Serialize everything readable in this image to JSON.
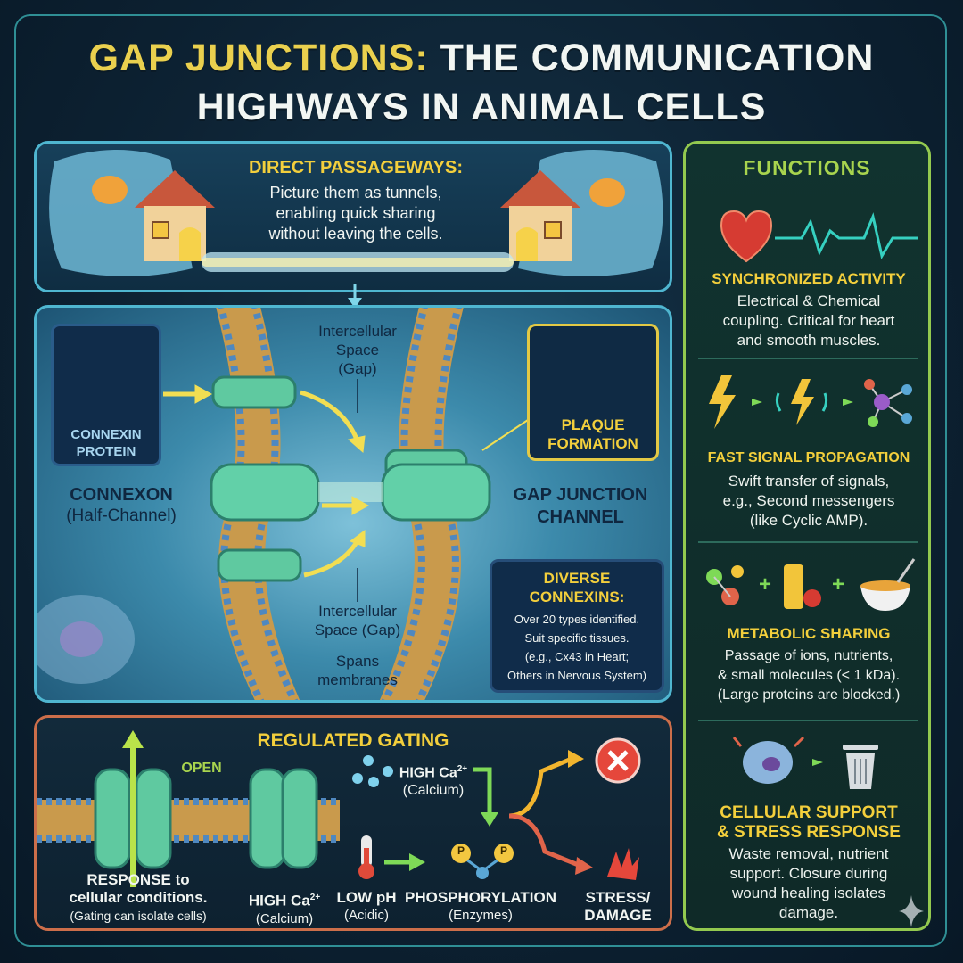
{
  "title": {
    "highlight": "GAP JUNCTIONS:",
    "rest_line1": "THE COMMUNICATION",
    "line2": "HIGHWAYS IN ANIMAL CELLS"
  },
  "passageways": {
    "heading": "DIRECT PASSAGEWAYS:",
    "line1": "Picture them as tunnels,",
    "line2": "enabling quick sharing",
    "line3": "without leaving the cells."
  },
  "structure": {
    "intercellular_top_1": "Intercellular",
    "intercellular_top_2": "Space",
    "intercellular_top_3": "(Gap)",
    "connexin_1": "CONNEXIN",
    "connexin_2": "PROTEIN",
    "plaque_1": "PLAQUE",
    "plaque_2": "FORMATION",
    "connexon_1": "CONNEXON",
    "connexon_2": "(Half-Channel)",
    "channel_1": "GAP JUNCTION",
    "channel_2": "CHANNEL",
    "intercellular_bottom_1": "Intercellular",
    "intercellular_bottom_2": "Space (Gap)",
    "spans_1": "Spans",
    "spans_2": "membranes",
    "diverse": {
      "heading_1": "DIVERSE",
      "heading_2": "CONNEXINS:",
      "line1": "Over 20 types identified.",
      "line2": "Suit specific tissues.",
      "line3": "(e.g., Cx43 in Heart;",
      "line4": "Others in Nervous System)"
    }
  },
  "gating": {
    "heading": "REGULATED GATING",
    "open": "OPEN",
    "high_ca_top": "HIGH Ca",
    "sup": "2+",
    "calcium_top": "(Calcium)",
    "response_1": "RESPONSE to",
    "response_2": "cellular conditions.",
    "response_3": "(Gating can isolate cells)",
    "high_ca_bottom": "HIGH Ca",
    "calcium_bottom": "(Calcium)",
    "low_ph": "LOW pH",
    "acidic": "(Acidic)",
    "phos": "PHOSPHORYLATION",
    "enzymes": "(Enzymes)",
    "stress_1": "STRESS/",
    "stress_2": "DAMAGE",
    "p_label": "P"
  },
  "functions": {
    "heading": "FUNCTIONS",
    "items": [
      {
        "title": "SYNCHRONIZED ACTIVITY",
        "lines": [
          "Electrical & Chemical",
          "coupling. Critical for heart",
          "and smooth muscles."
        ]
      },
      {
        "title": "FAST SIGNAL PROPAGATION",
        "lines": [
          "Swift transfer of signals,",
          "e.g., Second messengers",
          "(like Cyclic AMP)."
        ]
      },
      {
        "title": "METABOLIC SHARING",
        "lines": [
          "Passage of ions, nutrients,",
          "& small molecules (< 1 kDa).",
          "(Large proteins are blocked.)"
        ]
      },
      {
        "title_1": "CELLULAR SUPPORT",
        "title_2": "& STRESS RESPONSE",
        "lines": [
          "Waste removal, nutrient",
          "support. Closure during",
          "wound healing isolates",
          "damage."
        ]
      }
    ]
  },
  "colors": {
    "accent_yellow": "#f3cf3c",
    "frame_teal": "#2f8f95",
    "functions_green": "#93c94f",
    "gating_orange": "#cc6e4a"
  }
}
